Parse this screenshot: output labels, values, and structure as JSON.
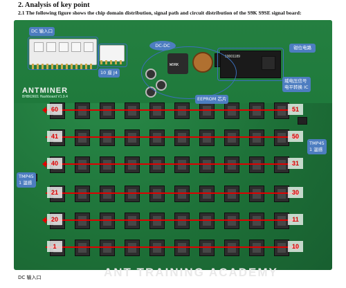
{
  "doc": {
    "heading": "2. Analysis of key point",
    "subheading": "2.1 The following figure shows the chip domain distribution, signal path and circuit distribution of the S9K S9SE signal board:"
  },
  "board": {
    "brand": "ANTMINER",
    "model": "BHB63601 Hashboard V1.9.4",
    "code": "10001189"
  },
  "callouts": {
    "dc_input": "DC 输入口",
    "pin10": "10 座 J4",
    "dcdc": "DC-DC",
    "eeprom": "EEPROM 芯片",
    "reset": "钳位电路",
    "level_shift": "域电压信号\n电平转换 IC",
    "tmp45_right": "TMP45\n1 温感",
    "tmp45_left": "TMP45\n1 温感"
  },
  "rows": [
    {
      "start": "60",
      "end": "51"
    },
    {
      "start": "41",
      "end": "50"
    },
    {
      "start": "40",
      "end": "31"
    },
    {
      "start": "21",
      "end": "30"
    },
    {
      "start": "20",
      "end": "11"
    },
    {
      "start": "1",
      "end": "10"
    }
  ],
  "footer": {
    "caption": "DC 输入口"
  },
  "watermark": "ANT TRAINING ACADEMY",
  "colors": {
    "board": "#1e7a3c",
    "arrow": "#e00000",
    "callout": "#4d7dc0"
  }
}
